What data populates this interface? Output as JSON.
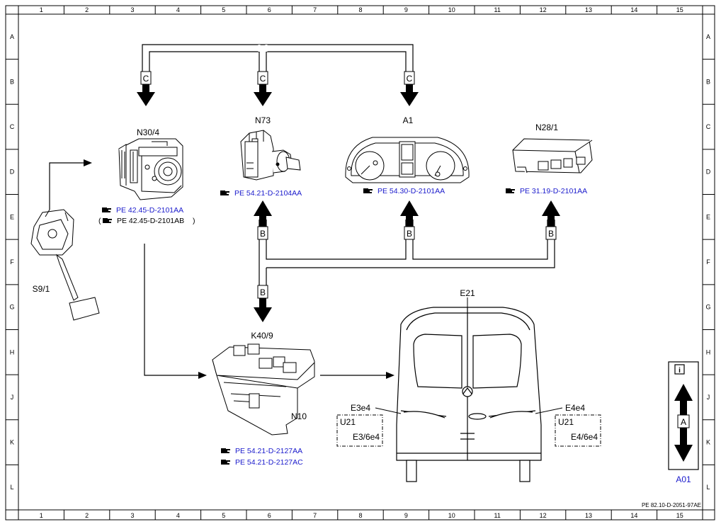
{
  "grid": {
    "columns": [
      "1",
      "2",
      "3",
      "4",
      "5",
      "6",
      "7",
      "8",
      "9",
      "10",
      "11",
      "12",
      "13",
      "14",
      "15"
    ],
    "rows": [
      "A",
      "B",
      "C",
      "D",
      "E",
      "F",
      "G",
      "H",
      "J",
      "K",
      "L"
    ]
  },
  "components": {
    "n30_4": {
      "label": "N30/4",
      "ref1": "PE 42.45-D-2101AA",
      "ref2": "PE 42.45-D-2101AB"
    },
    "n73": {
      "label": "N73",
      "ref": "PE 54.21-D-2104AA"
    },
    "a1": {
      "label": "A1",
      "ref": "PE 54.30-D-2101AA"
    },
    "n28_1": {
      "label": "N28/1",
      "ref": "PE 31.19-D-2101AA"
    },
    "s9_1": {
      "label": "S9/1"
    },
    "k40_9": {
      "label": "K40/9",
      "sub": "N10",
      "ref1": "PE 54.21-D-2127AA",
      "ref2": "PE 54.21-D-2127AC"
    },
    "e21": {
      "label": "E21"
    },
    "e3e4": {
      "label": "E3e4",
      "box1": "U21",
      "box2": "E3/6e4"
    },
    "e4e4": {
      "label": "E4e4",
      "box1": "U21",
      "box2": "E4/6e4"
    }
  },
  "signals": {
    "c": "C",
    "b": "B",
    "a": "A"
  },
  "legend": {
    "id": "A01",
    "info": "i"
  },
  "footer": {
    "doc_id": "PE 82.10-D-2051-97AE"
  }
}
